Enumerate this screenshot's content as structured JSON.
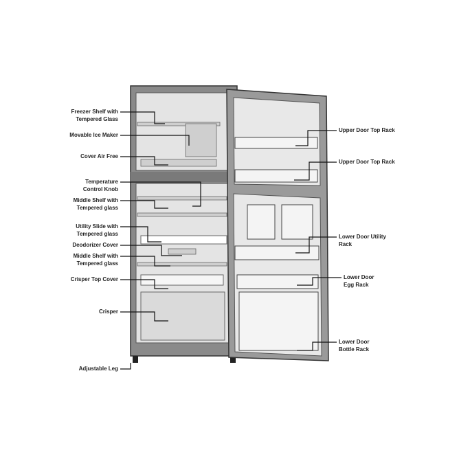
{
  "title": "Refrigerator parts diagram",
  "left_labels": [
    {
      "l1": "Freezer Shelf with",
      "l2": "Tempered Glass"
    },
    {
      "l1": "Movable Ice Maker",
      "l2": ""
    },
    {
      "l1": "Cover Air Free",
      "l2": ""
    },
    {
      "l1": "Temperature",
      "l2": "Control Knob"
    },
    {
      "l1": "Middle Shelf with",
      "l2": "Tempered glass"
    },
    {
      "l1": "Utility Slide with",
      "l2": "Tempered glass"
    },
    {
      "l1": "Deodorizer Cover",
      "l2": ""
    },
    {
      "l1": "Middle Shelf with",
      "l2": "Tempered glass"
    },
    {
      "l1": "Crisper Top Cover",
      "l2": ""
    },
    {
      "l1": "Crisper",
      "l2": ""
    },
    {
      "l1": "Adjustable Leg",
      "l2": ""
    }
  ],
  "right_labels": [
    {
      "l1": "Upper Door Top Rack",
      "l2": ""
    },
    {
      "l1": "Upper Door Top Rack",
      "l2": ""
    },
    {
      "l1": "Lower Door Utility",
      "l2": "Rack"
    },
    {
      "l1": "Lower Door",
      "l2": "Egg Rack"
    },
    {
      "l1": "Lower Door",
      "l2": "Bottle Rack"
    }
  ]
}
